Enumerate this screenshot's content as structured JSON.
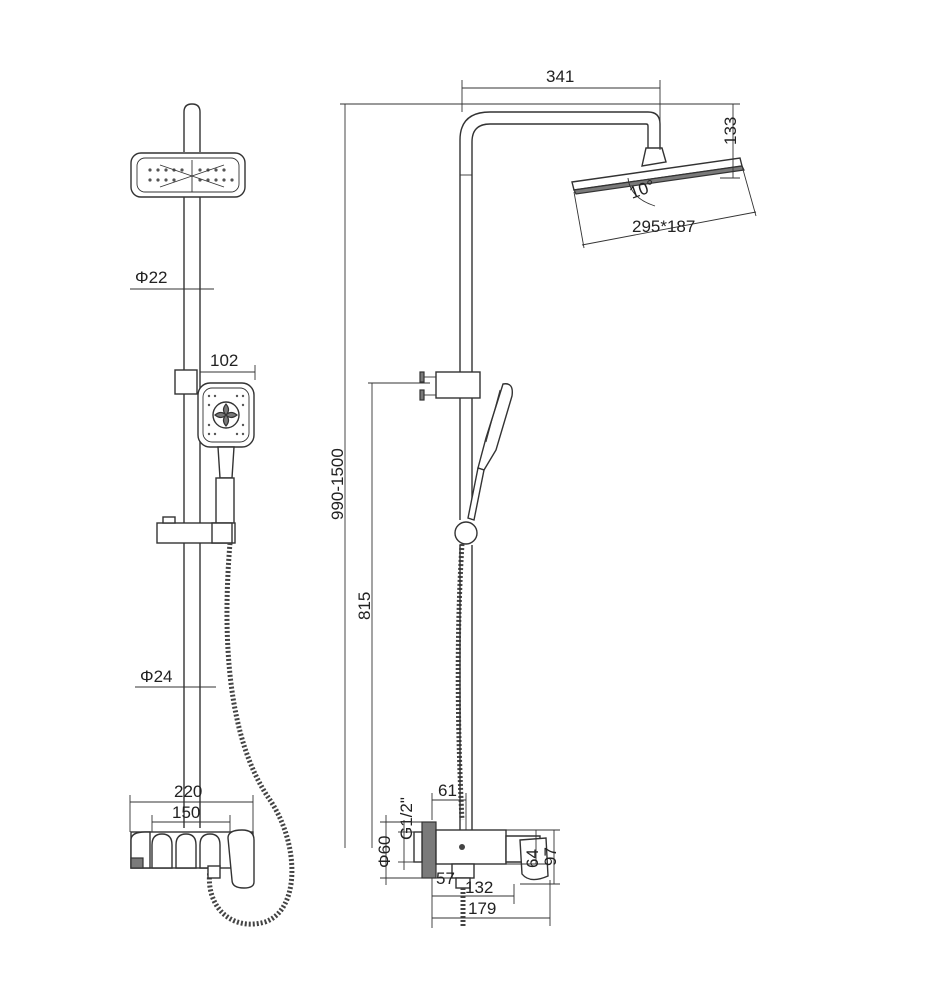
{
  "dimensions": {
    "pipe_top": "Φ22",
    "hand_width": "102",
    "pipe_bottom": "Φ24",
    "mixer_width": "220",
    "mixer_inner": "150",
    "arm_length": "341",
    "head_height": "133",
    "head_angle": "10°",
    "head_size": "295*187",
    "total_height": "990-1500",
    "slider_height": "815",
    "thread": "G1/2\"",
    "flange_dia": "Φ60",
    "outlet_offset": "61",
    "body_height_a": "64",
    "body_height_b": "97",
    "depth_a": "57",
    "depth_b": "132",
    "depth_c": "179"
  }
}
